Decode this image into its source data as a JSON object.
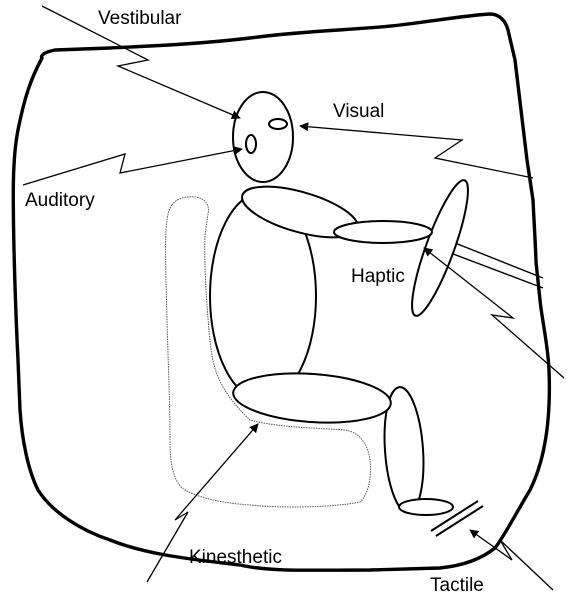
{
  "labels": {
    "vestibular": "Vestibular",
    "visual": "Visual",
    "auditory": "Auditory",
    "haptic": "Haptic",
    "kinesthetic": "Kinesthetic",
    "tactile": "Tactile"
  },
  "colors": {
    "stroke": "#000000",
    "background": "#ffffff"
  }
}
